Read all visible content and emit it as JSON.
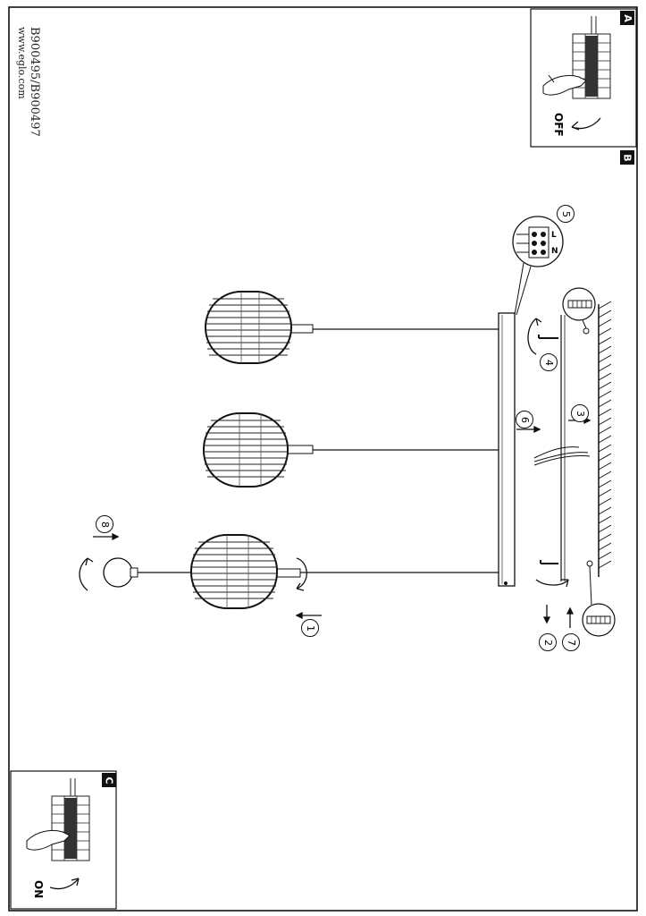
{
  "document": {
    "model": "B900495/B900497",
    "website": "www.eglo.com"
  },
  "panels": {
    "a": {
      "label": "A",
      "switch_state": "OFF"
    },
    "b": {
      "label": "B"
    },
    "c": {
      "label": "C",
      "switch_state": "ON"
    }
  },
  "terminal_letters": [
    "L",
    "N"
  ],
  "steps": [
    "1",
    "2",
    "3",
    "4",
    "5",
    "6",
    "7",
    "8"
  ]
}
